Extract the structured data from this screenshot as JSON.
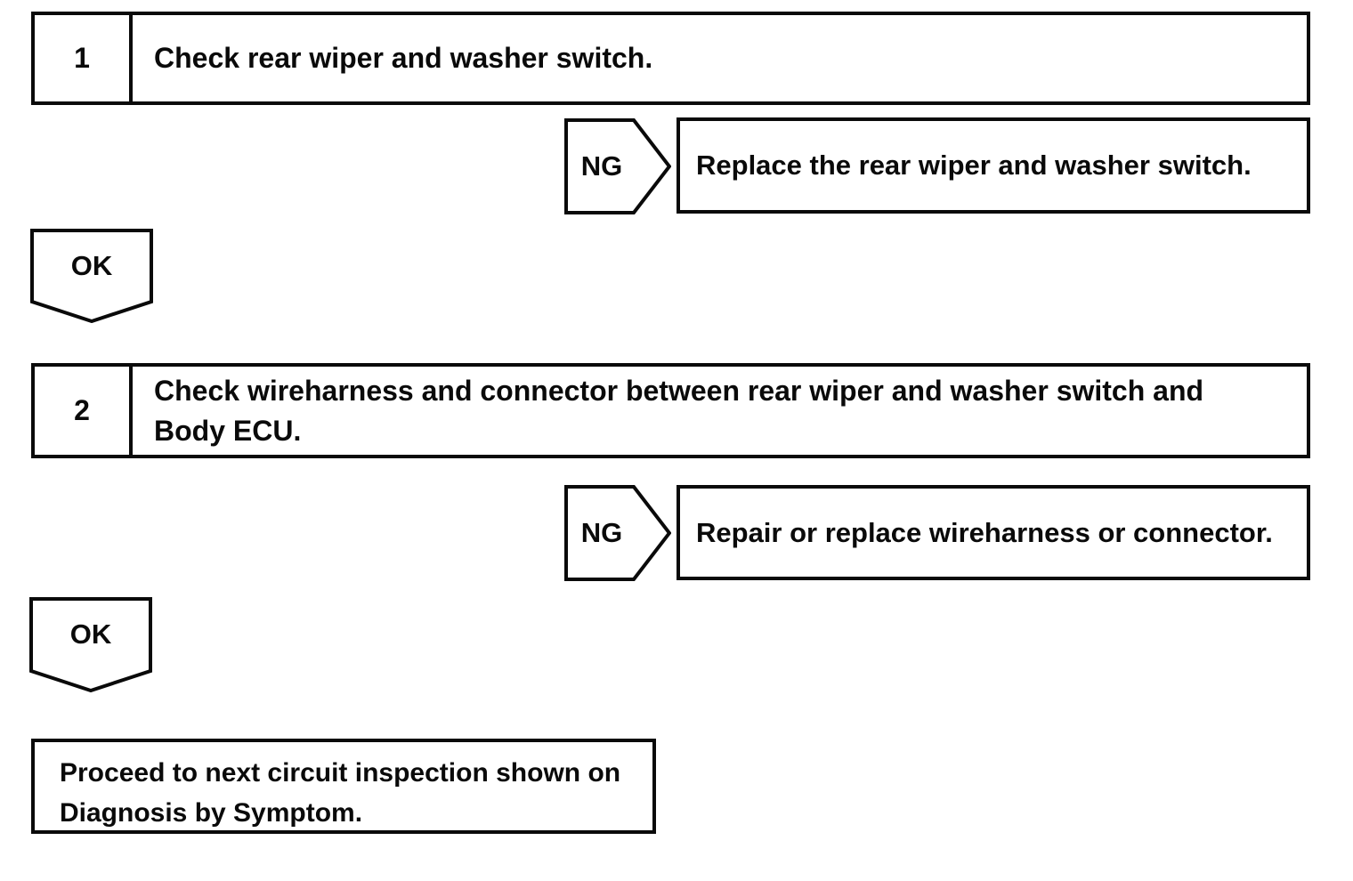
{
  "colors": {
    "ink": "#0a0a0a",
    "paper": "#ffffff"
  },
  "flowchart": {
    "steps": [
      {
        "number": "1",
        "instruction": "Check rear wiper and washer switch.",
        "ng_label": "NG",
        "ng_action": "Replace the rear wiper and washer switch.",
        "ok_label": "OK"
      },
      {
        "number": "2",
        "instruction": "Check wireharness and connector between rear wiper and washer switch and Body ECU.",
        "ng_label": "NG",
        "ng_action": "Repair or replace wireharness or connector.",
        "ok_label": "OK"
      }
    ],
    "result": "Proceed to next circuit inspection shown on Diagnosis by Symptom."
  }
}
